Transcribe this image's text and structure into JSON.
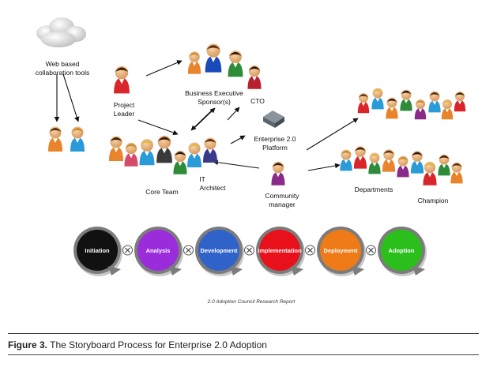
{
  "figure": {
    "labels": {
      "web_tools": [
        "Web based",
        "collaboration tools"
      ],
      "project_leader": [
        "Project",
        "Leader"
      ],
      "sponsors": [
        "Business Executive",
        "Sponsor(s)"
      ],
      "cto": "CTO",
      "platform": [
        "Enterprise 2.0",
        "Platform"
      ],
      "it_architect": [
        "IT",
        "Architect"
      ],
      "core_team": "Core Team",
      "community_manager": [
        "Community",
        "manager"
      ],
      "departments": "Departments",
      "champion": "Champion"
    },
    "stages": [
      {
        "label": "Initiation",
        "color": "#111111",
        "text_color": "#ffffff"
      },
      {
        "label": "Analysis",
        "color": "#9a2cdc",
        "text_color": "#ffffff"
      },
      {
        "label": "Development",
        "color": "#2f63c9",
        "text_color": "#ffffff"
      },
      {
        "label": "Implementation",
        "color": "#e8101a",
        "text_color": "#ffffff"
      },
      {
        "label": "Deployment",
        "color": "#ee7a18",
        "text_color": "#ffffff"
      },
      {
        "label": "Adoption",
        "color": "#2bbf1c",
        "text_color": "#ffffff"
      }
    ],
    "credit": "2.0 Adoption Council Research Report",
    "caption": {
      "prefix": "Figure 3.",
      "text": " The Storyboard Process for Enterprise 2.0 Adoption"
    },
    "icons": [
      "cloud-icon",
      "person-icon",
      "server-icon",
      "cross-connector-icon",
      "arrow-icon"
    ]
  }
}
